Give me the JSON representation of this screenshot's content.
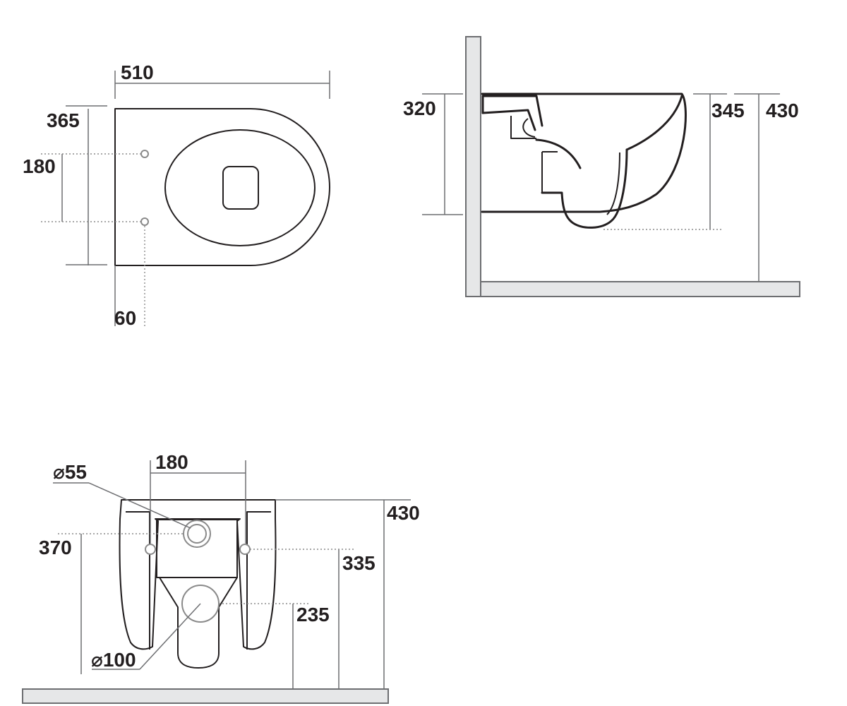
{
  "top_view": {
    "width_dim": "510",
    "depth_dim": "365",
    "fixing_spacing_dim": "180",
    "fixing_offset_dim": "60"
  },
  "side_view": {
    "rim_height_dim": "320",
    "outlet_height_dim": "345",
    "total_height_dim": "430"
  },
  "rear_view": {
    "inlet_diameter_dim": "⌀55",
    "fixing_spacing_dim": "180",
    "inlet_height_dim": "370",
    "total_height_dim": "430",
    "fixing_height_dim": "335",
    "outlet_height_dim": "235",
    "outlet_diameter_dim": "⌀100"
  }
}
